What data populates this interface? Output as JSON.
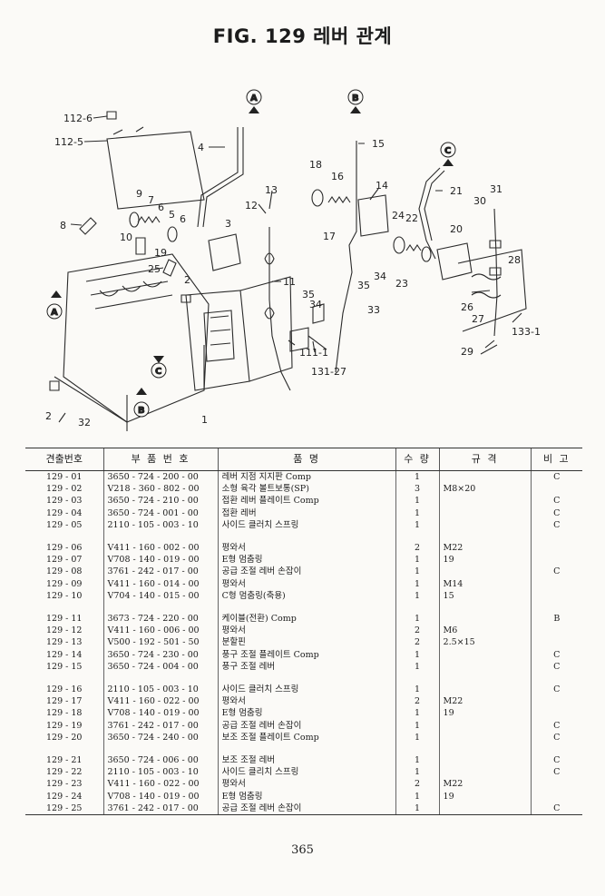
{
  "title": "FIG. 129 레버 관계",
  "page_number": "365",
  "diagram": {
    "callouts": [
      "A",
      "B",
      "C"
    ],
    "part_labels": [
      "112-6",
      "112-5",
      "4",
      "8",
      "9",
      "7",
      "6",
      "5",
      "6",
      "10",
      "19",
      "25",
      "3",
      "2",
      "13",
      "12",
      "11",
      "35",
      "34",
      "111-1",
      "131-27",
      "18",
      "16",
      "14",
      "17",
      "15",
      "21",
      "24",
      "22",
      "20",
      "23",
      "34",
      "35",
      "33",
      "30",
      "31",
      "28",
      "26",
      "27",
      "133-1",
      "29",
      "2",
      "32",
      "1"
    ]
  },
  "table": {
    "headers": [
      "견출번호",
      "부 품 번 호",
      "품 명",
      "수 량",
      "규 격",
      "비 고"
    ],
    "groups": [
      [
        [
          "129 - 01",
          "3650 - 724 - 200 - 00",
          "레버 지점 지지판 Comp",
          "1",
          "",
          "C"
        ],
        [
          "129 - 02",
          "V218 - 360 - 802 - 00",
          "소형 육각 볼트보통(SP)",
          "3",
          "M8×20",
          ""
        ],
        [
          "129 - 03",
          "3650 - 724 - 210 - 00",
          "접환 레버 플레이트 Comp",
          "1",
          "",
          "C"
        ],
        [
          "129 - 04",
          "3650 - 724 - 001 - 00",
          "접환 레버",
          "1",
          "",
          "C"
        ],
        [
          "129 - 05",
          "2110 - 105 - 003 - 10",
          "사이드 클러치 스프링",
          "1",
          "",
          "C"
        ]
      ],
      [
        [
          "129 - 06",
          "V411 - 160 - 002 - 00",
          "평와서",
          "2",
          "M22",
          ""
        ],
        [
          "129 - 07",
          "V708 - 140 - 019 - 00",
          "E형 멈춤링",
          "1",
          "19",
          ""
        ],
        [
          "129 - 08",
          "3761 - 242 - 017 - 00",
          "공급 조절 레버 손잡이",
          "1",
          "",
          "C"
        ],
        [
          "129 - 09",
          "V411 - 160 - 014 - 00",
          "평와서",
          "1",
          "M14",
          ""
        ],
        [
          "129 - 10",
          "V704 - 140 - 015 - 00",
          "C형 멈춤링(축용)",
          "1",
          "15",
          ""
        ]
      ],
      [
        [
          "129 - 11",
          "3673 - 724 - 220 - 00",
          "케이블(전환) Comp",
          "1",
          "",
          "B"
        ],
        [
          "129 - 12",
          "V411 - 160 - 006 - 00",
          "평와서",
          "2",
          "M6",
          ""
        ],
        [
          "129 - 13",
          "V500 - 192 - 501 - 50",
          "분할핀",
          "2",
          "2.5×15",
          ""
        ],
        [
          "129 - 14",
          "3650 - 724 - 230 - 00",
          "풍구 조절 플레이트 Comp",
          "1",
          "",
          "C"
        ],
        [
          "129 - 15",
          "3650 - 724 - 004 - 00",
          "풍구 조절 레버",
          "1",
          "",
          "C"
        ]
      ],
      [
        [
          "129 - 16",
          "2110 - 105 - 003 - 10",
          "사이드 클러치 스프링",
          "1",
          "",
          "C"
        ],
        [
          "129 - 17",
          "V411 - 160 - 022 - 00",
          "평와서",
          "2",
          "M22",
          ""
        ],
        [
          "129 - 18",
          "V708 - 140 - 019 - 00",
          "E형 멈춤링",
          "1",
          "19",
          ""
        ],
        [
          "129 - 19",
          "3761 - 242 - 017 - 00",
          "공급 조절 레버 손잡이",
          "1",
          "",
          "C"
        ],
        [
          "129 - 20",
          "3650 - 724 - 240 - 00",
          "보조 조절 플레이트 Comp",
          "1",
          "",
          "C"
        ]
      ],
      [
        [
          "129 - 21",
          "3650 - 724 - 006 - 00",
          "보조 조절 레버",
          "1",
          "",
          "C"
        ],
        [
          "129 - 22",
          "2110 - 105 - 003 - 10",
          "사이드 클리치 스프링",
          "1",
          "",
          "C"
        ],
        [
          "129 - 23",
          "V411 - 160 - 022 - 00",
          "평와서",
          "2",
          "M22",
          ""
        ],
        [
          "129 - 24",
          "V708 - 140 - 019 - 00",
          "E형 멈춤링",
          "1",
          "19",
          ""
        ],
        [
          "129 - 25",
          "3761 - 242 - 017 - 00",
          "공급 조절 레버 손잡이",
          "1",
          "",
          "C"
        ]
      ]
    ]
  }
}
